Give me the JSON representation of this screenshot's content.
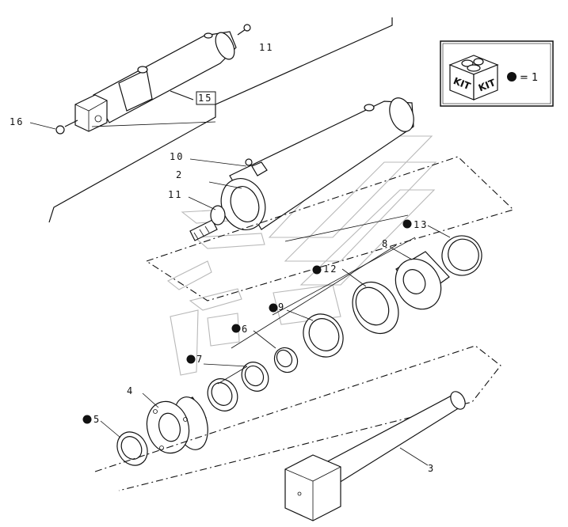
{
  "callouts": [
    {
      "id": "c11a",
      "text": "11"
    },
    {
      "id": "c15",
      "text": "15"
    },
    {
      "id": "c16",
      "text": "16"
    },
    {
      "id": "c10",
      "text": "10"
    },
    {
      "id": "c2",
      "text": "2"
    },
    {
      "id": "c11b",
      "text": "11"
    },
    {
      "id": "c13",
      "text": "13"
    },
    {
      "id": "c8",
      "text": "8"
    },
    {
      "id": "c12",
      "text": "12"
    },
    {
      "id": "c9",
      "text": "9"
    },
    {
      "id": "c6",
      "text": "6"
    },
    {
      "id": "c7",
      "text": "7"
    },
    {
      "id": "c4",
      "text": "4"
    },
    {
      "id": "c5",
      "text": "5"
    },
    {
      "id": "c3",
      "text": "3"
    }
  ],
  "legend": {
    "kit_label_left": "KIT",
    "kit_label_right": "KIT",
    "equals_text": "= 1"
  }
}
